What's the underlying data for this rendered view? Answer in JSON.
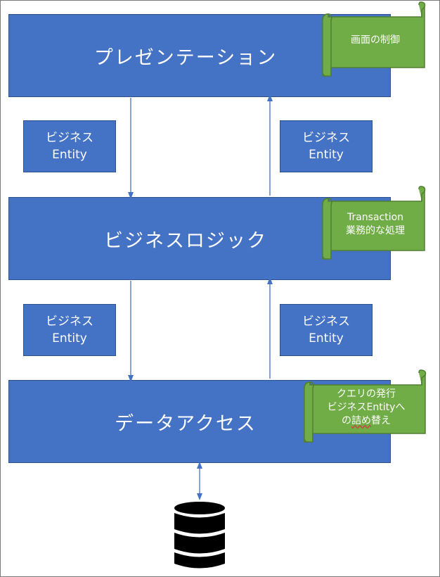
{
  "layers": {
    "presentation": "プレゼンテーション",
    "business_logic": "ビジネスロジック",
    "data_access": "データアクセス"
  },
  "entities": [
    {
      "line1": "ビジネス",
      "line2": "Entity"
    },
    {
      "line1": "ビジネス",
      "line2": "Entity"
    },
    {
      "line1": "ビジネス",
      "line2": "Entity"
    },
    {
      "line1": "ビジネス",
      "line2": "Entity"
    }
  ],
  "notes": {
    "presentation": {
      "line1": "画面の制御"
    },
    "business_logic": {
      "line1": "Transaction",
      "line2": "業務的な処理"
    },
    "data_access": {
      "line1": "クエリの発行",
      "line2a": "ビジネスEntityへ",
      "line3a": "の",
      "line3b": "詰め",
      "line3c": "替え"
    }
  },
  "colors": {
    "layer_fill": "#4472C4",
    "layer_border": "#2F528F",
    "note_fill": "#70AD47",
    "note_border": "#507E32",
    "arrow": "#4472C4",
    "database": "#000000"
  },
  "icons": {
    "database": "database-icon"
  }
}
